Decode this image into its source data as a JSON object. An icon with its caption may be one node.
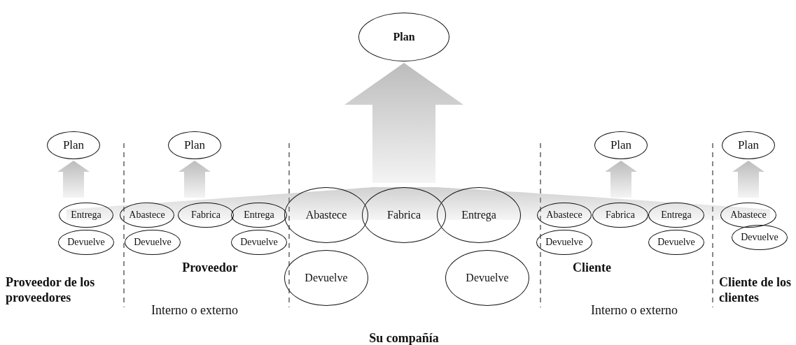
{
  "diagram": {
    "nodes": [
      {
        "text": [
          "Plan"
        ]
      },
      {
        "text": [
          "Plan"
        ]
      },
      {
        "text": [
          "Plan"
        ]
      },
      {
        "text": [
          "Plan"
        ]
      },
      {
        "text": [
          "Plan"
        ]
      },
      {
        "text": [
          "Entrega"
        ]
      },
      {
        "text": [
          "Abastece"
        ]
      },
      {
        "text": [
          "Fabrica"
        ]
      },
      {
        "text": [
          "Entrega"
        ]
      },
      {
        "text": [
          "Abastece"
        ]
      },
      {
        "text": [
          "Fabrica"
        ]
      },
      {
        "text": [
          "Entrega"
        ]
      },
      {
        "text": [
          "Abastece"
        ]
      },
      {
        "text": [
          "Fabrica"
        ]
      },
      {
        "text": [
          "Entrega"
        ]
      },
      {
        "text": [
          "Abastece"
        ]
      },
      {
        "text": [
          "Devuelve"
        ]
      },
      {
        "text": [
          "Devuelve"
        ]
      },
      {
        "text": [
          "Devuelve"
        ]
      },
      {
        "text": [
          "Devuelve"
        ]
      },
      {
        "text": [
          "Devuelve"
        ]
      },
      {
        "text": [
          "Devuelve"
        ]
      },
      {
        "text": [
          "Devuelve"
        ]
      },
      {
        "text": [
          "Devuelve"
        ]
      }
    ],
    "edges": [
      {
        "from": null,
        "to": 0,
        "arrow": "to"
      },
      {
        "from": null,
        "to": 1,
        "arrow": "to"
      },
      {
        "from": null,
        "to": 2,
        "arrow": "to"
      },
      {
        "from": null,
        "to": 3,
        "arrow": "to"
      },
      {
        "from": null,
        "to": 4,
        "arrow": "to"
      }
    ],
    "labels": [
      "Proveedor de los proveedores",
      "Proveedor",
      "Cliente",
      "Cliente de los clientes",
      "Interno o externo",
      "Interno o externo",
      "Su compañía"
    ]
  }
}
